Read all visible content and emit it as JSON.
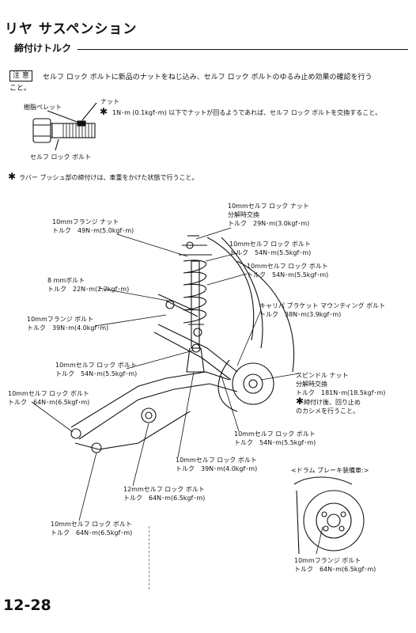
{
  "header": {
    "title": "リヤ サスペンション",
    "subtitle": "締付けトルク"
  },
  "note": {
    "label": "注 意",
    "text_line1": "セルフ ロック ボルトに新品のナットをねじ込み、セルフ ロック ボルトのゆるみ止め効果の確認を行う",
    "text_line2": "こと。"
  },
  "bolt_figure": {
    "resin_pellet": "樹脂ペレット",
    "nut": "ナット",
    "bolt": "セルフ ロック ボルト",
    "star_note": "1N･m (0.1kgf･m) 以下でナットが回るようであれば、セルフ ロック ボルトを交換すること。"
  },
  "rubber_note": "ラバー ブッシュ部の締付けは、車重をかけた状態で行うこと。",
  "callouts": {
    "c1": {
      "l1": "10mmセルフ ロック ナット",
      "l2": "分解時交換",
      "l3": "トルク　29N･m(3.0kgf･m)"
    },
    "c2": {
      "l1": "10mmフランジ ナット",
      "l2": "トルク　49N･m(5.0kgf･m)"
    },
    "c3": {
      "l1": "10mmセルフ ロック ボルト",
      "l2": "トルク　54N･m(5.5kgf･m)"
    },
    "c4": {
      "l1": "10mmセルフ ロック ボルト",
      "l2": "トルク　54N･m(5.5kgf･m)"
    },
    "c5": {
      "l1": "8 mmボルト",
      "l2": "トルク　22N･m(2.2kgf･m)"
    },
    "c6": {
      "l1": "キャリパ ブラケット マウンティング ボルト",
      "l2": "トルク　38N･m(3.9kgf･m)"
    },
    "c7": {
      "l1": "10mmフランジ ボルト",
      "l2": "トルク　39N･m(4.0kgf･m)"
    },
    "c8": {
      "l1": "10mmセルフ ロック ボルト",
      "l2": "トルク　54N･m(5.5kgf･m)"
    },
    "c9": {
      "l1": "スピンドル ナット",
      "l2": "分解時交換",
      "l3": "トルク　181N･m(18.5kgf･m)",
      "l4": "締付け後、回り止め",
      "l5": "のカシメを行うこと。"
    },
    "c10": {
      "l1": "10mmセルフ ロック ボルト",
      "l2": "トルク　64N･m(6.5kgf･m)"
    },
    "c11": {
      "l1": "10mmセルフ ロック ボルト",
      "l2": "トルク　54N･m(5.5kgf･m)"
    },
    "c12": {
      "l1": "10mmセルフ ロック ボルト",
      "l2": "トルク　39N･m(4.0kgf･m)"
    },
    "c13": {
      "l1": "12mmセルフ ロック ボルト",
      "l2": "トルク　64N･m(6.5kgf･m)"
    },
    "c14": {
      "l1": "10mmセルフ ロック ボルト",
      "l2": "トルク　64N･m(6.5kgf･m)"
    },
    "c15": {
      "l1": "10mmフランジ ボルト",
      "l2": "トルク　64N･m(6.5kgf･m)"
    }
  },
  "drum_caption": "<ドラム ブレーキ装備車:>",
  "page_number": "12-28"
}
